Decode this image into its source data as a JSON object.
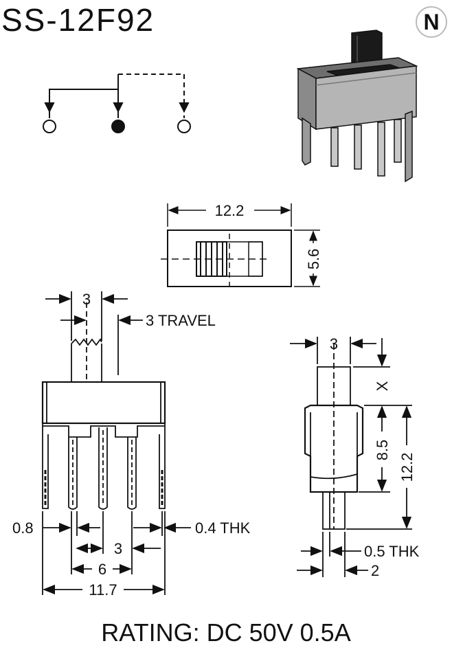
{
  "title": "SS-12F92",
  "logo_letter": "N",
  "rating": "RATING: DC 50V 0.5A",
  "top_view": {
    "width_label": "12.2",
    "height_label": "5.6"
  },
  "front_view": {
    "actuator_width": "3",
    "travel": "3 TRAVEL",
    "pin_width": "0.8",
    "thickness": "0.4 THK",
    "pitch": "3",
    "outer_pitch": "6",
    "overall_width": "11.7"
  },
  "side_view": {
    "actuator_width": "3",
    "actuator_height": "X",
    "body_height": "8.5",
    "overall_height": "12.2",
    "pin_thickness": "0.5 THK",
    "pin_offset": "2"
  }
}
